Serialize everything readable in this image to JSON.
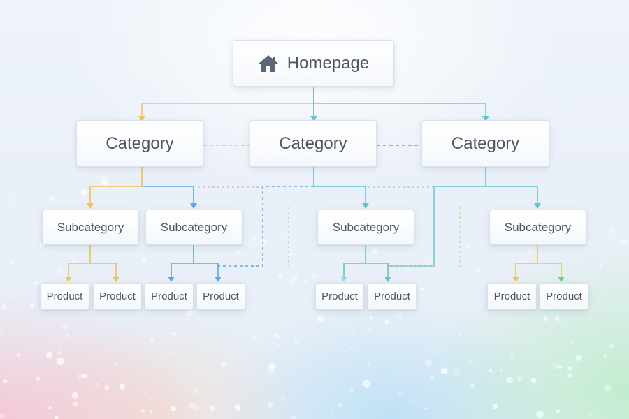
{
  "root": {
    "label": "Homepage",
    "icon": "home-icon"
  },
  "categories": [
    {
      "label": "Category"
    },
    {
      "label": "Category"
    },
    {
      "label": "Category"
    }
  ],
  "subcategories": [
    {
      "label": "Subcategory"
    },
    {
      "label": "Subcategory"
    },
    {
      "label": "Subcategory"
    },
    {
      "label": "Subcategory"
    }
  ],
  "products": [
    {
      "label": "Product"
    },
    {
      "label": "Product"
    },
    {
      "label": "Product"
    },
    {
      "label": "Product"
    },
    {
      "label": "Product"
    },
    {
      "label": "Product"
    },
    {
      "label": "Product"
    },
    {
      "label": "Product"
    }
  ],
  "colors": {
    "yellow": "#f2c14e",
    "blue": "#5aa6ee",
    "teal": "#63c4cf",
    "green": "#5fcf9a",
    "text": "#4f5660",
    "icon": "#5b6677"
  }
}
